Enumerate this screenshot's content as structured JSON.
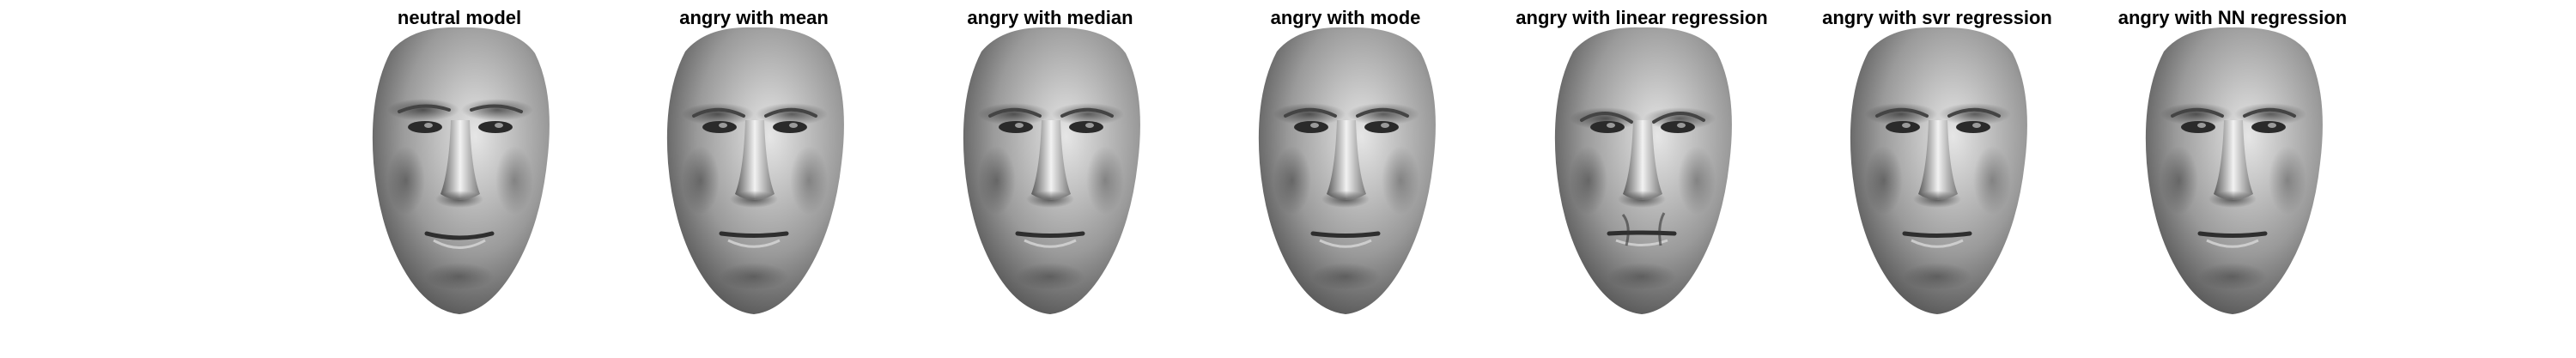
{
  "panels": [
    {
      "title": "neutral model",
      "variant": "neutral"
    },
    {
      "title": "angry with mean",
      "variant": "mean"
    },
    {
      "title": "angry with median",
      "variant": "median"
    },
    {
      "title": "angry with mode",
      "variant": "mode"
    },
    {
      "title": "angry with linear regression",
      "variant": "linear"
    },
    {
      "title": "angry with svr regression",
      "variant": "svr"
    },
    {
      "title": "angry with NN regression",
      "variant": "nn"
    }
  ],
  "colors": {
    "background": "#ffffff",
    "title": "#000000",
    "skin_light": "#e6e6e6",
    "skin_mid": "#9a9a9a",
    "skin_dark": "#3a3a3a"
  }
}
